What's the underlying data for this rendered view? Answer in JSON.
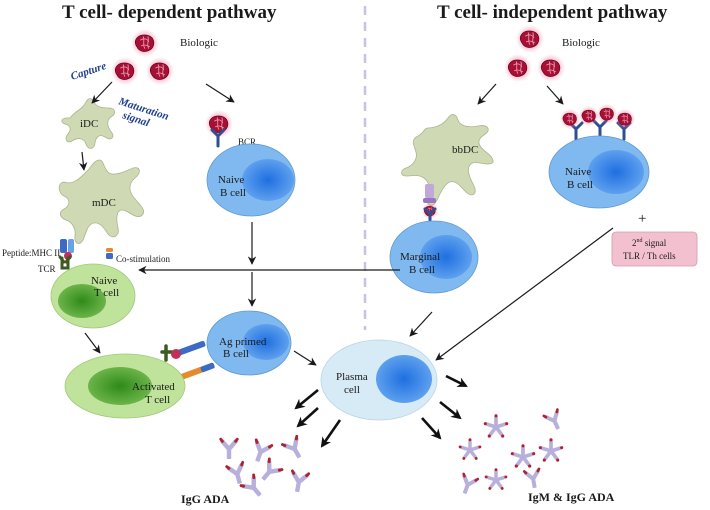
{
  "titles": {
    "left": "T cell- dependent pathway",
    "right": "T cell- independent pathway"
  },
  "labels": {
    "biologic_left": "Biologic",
    "biologic_right": "Biologic",
    "capture": "Capture",
    "maturation_1": "Maturation",
    "maturation_2": "signal",
    "idc": "iDC",
    "mdc": "mDC",
    "bbdc": "bbDC",
    "bcr": "BCR",
    "naive_b_left_1": "Naive",
    "naive_b_left_2": "B cell",
    "naive_b_right_1": "Naive",
    "naive_b_right_2": "B cell",
    "peptide_mhc": "Peptide:MHC II",
    "costim": "Co-stimulation",
    "tcr": "TCR",
    "naive_t_1": "Naive",
    "naive_t_2": "T cell",
    "marginal_1": "Marginal",
    "marginal_2": "B cell",
    "plus": "+",
    "second_signal_nd": "nd",
    "second_signal_2": "2",
    "second_signal_rest": " signal",
    "second_signal_line2": "TLR / Th cells",
    "ag_primed_1": "Ag primed",
    "ag_primed_2": "B cell",
    "activated_1": "Activated",
    "activated_2": "T cell",
    "plasma_1": "Plasma",
    "plasma_2": "cell",
    "igg_ada": "IgG ADA",
    "igm_igg_ada": "IgM & IgG ADA"
  },
  "colors": {
    "b_cell": "#7fb9ef",
    "b_cell_nucleus": "#2e80e6",
    "t_cell": "#bfe39a",
    "t_cell_nucleus": "#3f9a22",
    "dendritic_cell": "#cfd9b3",
    "plasma_cell": "#d7ebf6",
    "biologic": "#b8123a",
    "biologic_glow": "#ef6a90",
    "bcr_antibody": "#2f4f8f",
    "ada_antibody": "#b7b0dc",
    "ada_tip": "#b0202f",
    "signal_box": "#f3c0cf",
    "divider": "#c9c3dc"
  }
}
